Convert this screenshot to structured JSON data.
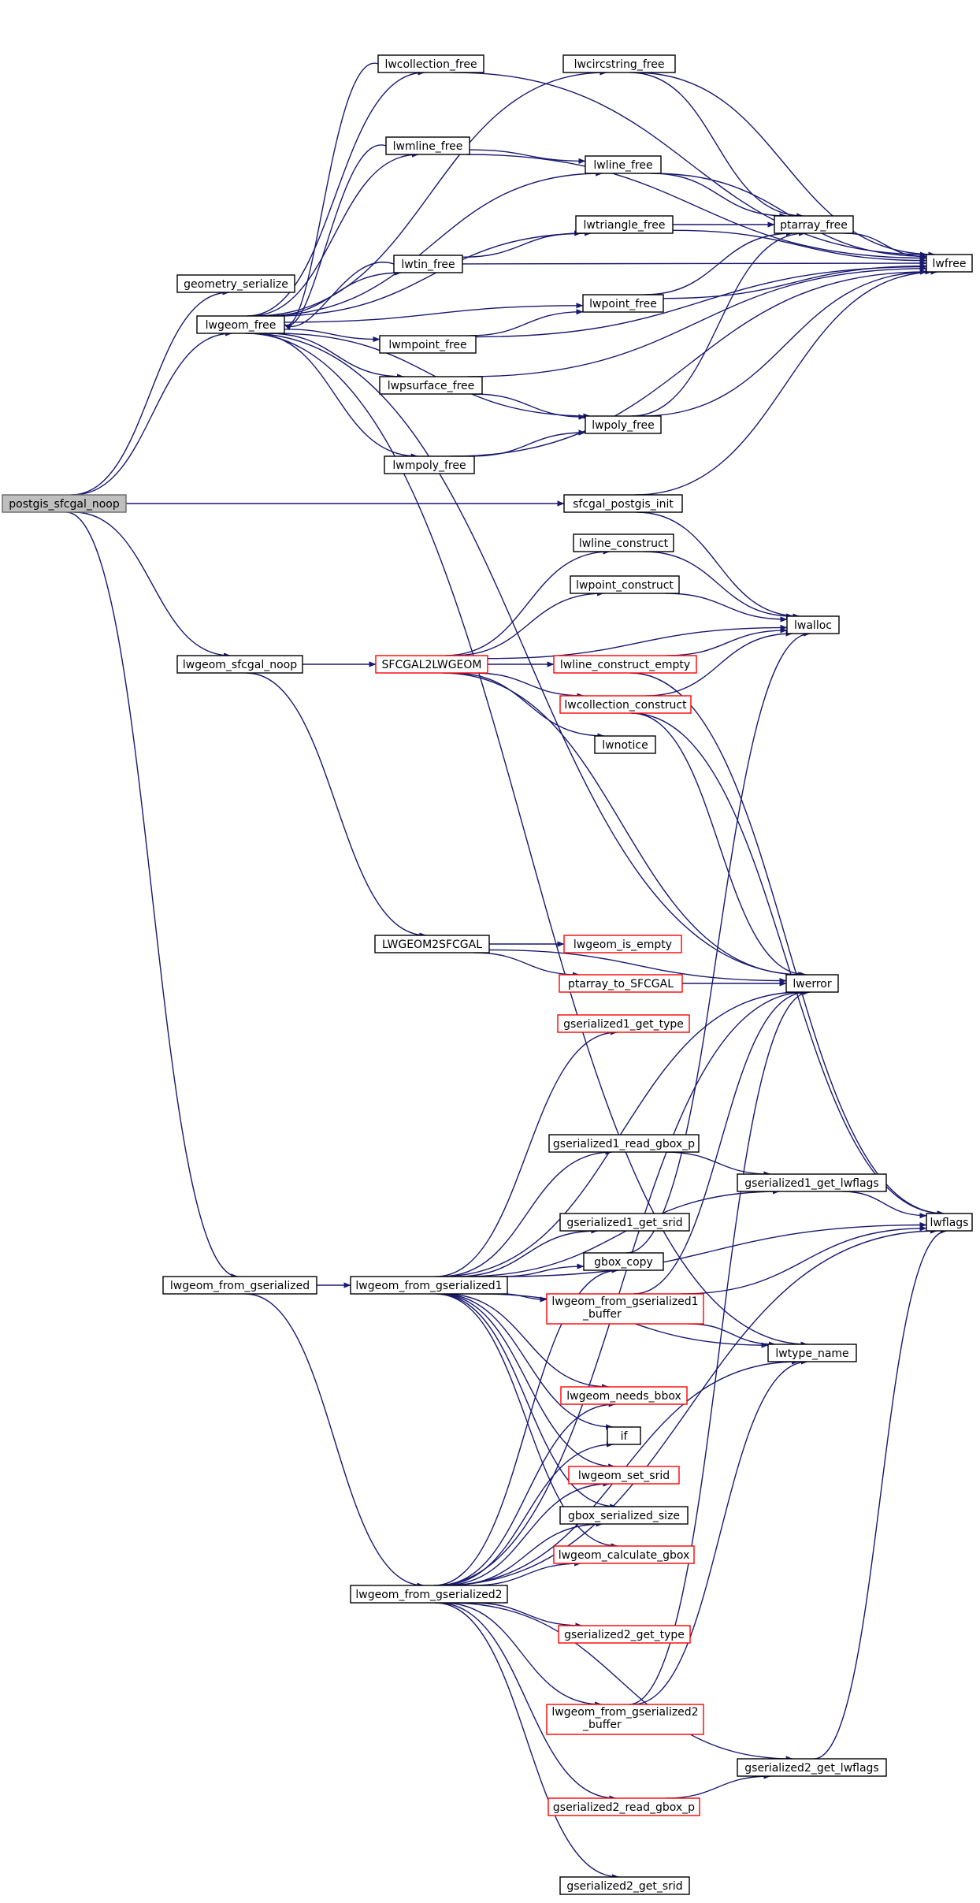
{
  "graph": {
    "colors": {
      "edge": "#191970",
      "node_border": "#000000",
      "incomplete_border": "#ff0000",
      "root_fill": "#bfbfbf"
    },
    "nodes": [
      {
        "id": "postgis_sfcgal_noop",
        "lines": [
          "postgis_sfcgal_noop"
        ],
        "style": "root"
      },
      {
        "id": "geometry_serialize",
        "lines": [
          "geometry_serialize"
        ],
        "style": "normal"
      },
      {
        "id": "lwgeom_free",
        "lines": [
          "lwgeom_free"
        ],
        "style": "normal"
      },
      {
        "id": "lwgeom_sfcgal_noop",
        "lines": [
          "lwgeom_sfcgal_noop"
        ],
        "style": "normal"
      },
      {
        "id": "lwgeom_from_gserialized",
        "lines": [
          "lwgeom_from_gserialized"
        ],
        "style": "normal"
      },
      {
        "id": "lwcollection_free",
        "lines": [
          "lwcollection_free"
        ],
        "style": "normal"
      },
      {
        "id": "lwmline_free",
        "lines": [
          "lwmline_free"
        ],
        "style": "normal"
      },
      {
        "id": "lwtin_free",
        "lines": [
          "lwtin_free"
        ],
        "style": "normal"
      },
      {
        "id": "lwmpoint_free",
        "lines": [
          "lwmpoint_free"
        ],
        "style": "normal"
      },
      {
        "id": "lwpsurface_free",
        "lines": [
          "lwpsurface_free"
        ],
        "style": "normal"
      },
      {
        "id": "lwmpoly_free",
        "lines": [
          "lwmpoly_free"
        ],
        "style": "normal"
      },
      {
        "id": "lwcircstring_free",
        "lines": [
          "lwcircstring_free"
        ],
        "style": "normal"
      },
      {
        "id": "lwline_free",
        "lines": [
          "lwline_free"
        ],
        "style": "normal"
      },
      {
        "id": "lwtriangle_free",
        "lines": [
          "lwtriangle_free"
        ],
        "style": "normal"
      },
      {
        "id": "lwpoint_free",
        "lines": [
          "lwpoint_free"
        ],
        "style": "normal"
      },
      {
        "id": "lwpoly_free",
        "lines": [
          "lwpoly_free"
        ],
        "style": "normal"
      },
      {
        "id": "ptarray_free",
        "lines": [
          "ptarray_free"
        ],
        "style": "normal"
      },
      {
        "id": "lwfree",
        "lines": [
          "lwfree"
        ],
        "style": "normal"
      },
      {
        "id": "sfcgal_postgis_init",
        "lines": [
          "sfcgal_postgis_init"
        ],
        "style": "normal"
      },
      {
        "id": "SFCGAL2LWGEOM",
        "lines": [
          "SFCGAL2LWGEOM"
        ],
        "style": "red"
      },
      {
        "id": "lwline_construct",
        "lines": [
          "lwline_construct"
        ],
        "style": "normal"
      },
      {
        "id": "lwpoint_construct",
        "lines": [
          "lwpoint_construct"
        ],
        "style": "normal"
      },
      {
        "id": "lwline_construct_empty",
        "lines": [
          "lwline_construct_empty"
        ],
        "style": "red"
      },
      {
        "id": "lwcollection_construct",
        "lines": [
          "lwcollection_construct"
        ],
        "style": "red"
      },
      {
        "id": "lwnotice",
        "lines": [
          "lwnotice"
        ],
        "style": "normal"
      },
      {
        "id": "lwalloc",
        "lines": [
          "lwalloc"
        ],
        "style": "normal"
      },
      {
        "id": "LWGEOM2SFCGAL",
        "lines": [
          "LWGEOM2SFCGAL"
        ],
        "style": "normal"
      },
      {
        "id": "lwgeom_is_empty",
        "lines": [
          "lwgeom_is_empty"
        ],
        "style": "red"
      },
      {
        "id": "ptarray_to_SFCGAL",
        "lines": [
          "ptarray_to_SFCGAL"
        ],
        "style": "red"
      },
      {
        "id": "lwerror",
        "lines": [
          "lwerror"
        ],
        "style": "normal"
      },
      {
        "id": "gserialized1_get_type",
        "lines": [
          "gserialized1_get_type"
        ],
        "style": "red"
      },
      {
        "id": "gserialized1_read_gbox_p",
        "lines": [
          "gserialized1_read_gbox_p"
        ],
        "style": "normal"
      },
      {
        "id": "gserialized1_get_lwflags",
        "lines": [
          "gserialized1_get_lwflags"
        ],
        "style": "normal"
      },
      {
        "id": "gserialized1_get_srid",
        "lines": [
          "gserialized1_get_srid"
        ],
        "style": "normal"
      },
      {
        "id": "gbox_copy",
        "lines": [
          "gbox_copy"
        ],
        "style": "normal"
      },
      {
        "id": "lwgeom_from_gserialized1",
        "lines": [
          "lwgeom_from_gserialized1"
        ],
        "style": "normal"
      },
      {
        "id": "lwgeom_from_gserialized1_buffer",
        "lines": [
          "lwgeom_from_gserialized1",
          "_buffer"
        ],
        "style": "red"
      },
      {
        "id": "lwflags",
        "lines": [
          "lwflags"
        ],
        "style": "normal"
      },
      {
        "id": "lwtype_name",
        "lines": [
          "lwtype_name"
        ],
        "style": "normal"
      },
      {
        "id": "lwgeom_needs_bbox",
        "lines": [
          "lwgeom_needs_bbox"
        ],
        "style": "red"
      },
      {
        "id": "if",
        "lines": [
          "if"
        ],
        "style": "normal"
      },
      {
        "id": "lwgeom_set_srid",
        "lines": [
          "lwgeom_set_srid"
        ],
        "style": "red"
      },
      {
        "id": "gbox_serialized_size",
        "lines": [
          "gbox_serialized_size"
        ],
        "style": "normal"
      },
      {
        "id": "lwgeom_calculate_gbox",
        "lines": [
          "lwgeom_calculate_gbox"
        ],
        "style": "red"
      },
      {
        "id": "lwgeom_from_gserialized2",
        "lines": [
          "lwgeom_from_gserialized2"
        ],
        "style": "normal"
      },
      {
        "id": "gserialized2_get_type",
        "lines": [
          "gserialized2_get_type"
        ],
        "style": "red"
      },
      {
        "id": "lwgeom_from_gserialized2_buffer",
        "lines": [
          "lwgeom_from_gserialized2",
          "_buffer"
        ],
        "style": "red"
      },
      {
        "id": "gserialized2_get_lwflags",
        "lines": [
          "gserialized2_get_lwflags"
        ],
        "style": "normal"
      },
      {
        "id": "gserialized2_read_gbox_p",
        "lines": [
          "gserialized2_read_gbox_p"
        ],
        "style": "red"
      },
      {
        "id": "gserialized2_get_srid",
        "lines": [
          "gserialized2_get_srid"
        ],
        "style": "normal"
      }
    ],
    "edges": [
      [
        "postgis_sfcgal_noop",
        "geometry_serialize"
      ],
      [
        "postgis_sfcgal_noop",
        "lwgeom_free"
      ],
      [
        "postgis_sfcgal_noop",
        "sfcgal_postgis_init"
      ],
      [
        "postgis_sfcgal_noop",
        "lwgeom_sfcgal_noop"
      ],
      [
        "postgis_sfcgal_noop",
        "lwgeom_from_gserialized"
      ],
      [
        "lwgeom_free",
        "lwcollection_free"
      ],
      [
        "lwgeom_free",
        "lwcircstring_free"
      ],
      [
        "lwgeom_free",
        "lwmline_free"
      ],
      [
        "lwgeom_free",
        "lwline_free"
      ],
      [
        "lwgeom_free",
        "lwtriangle_free"
      ],
      [
        "lwgeom_free",
        "lwtin_free"
      ],
      [
        "lwgeom_free",
        "lwpoint_free"
      ],
      [
        "lwgeom_free",
        "lwmpoint_free"
      ],
      [
        "lwgeom_free",
        "lwpsurface_free"
      ],
      [
        "lwgeom_free",
        "lwpoly_free"
      ],
      [
        "lwgeom_free",
        "lwmpoly_free"
      ],
      [
        "lwgeom_free",
        "lwerror"
      ],
      [
        "lwgeom_free",
        "lwtype_name"
      ],
      [
        "lwcollection_free",
        "lwgeom_free"
      ],
      [
        "lwcollection_free",
        "lwfree"
      ],
      [
        "lwmline_free",
        "lwgeom_free"
      ],
      [
        "lwmline_free",
        "lwline_free"
      ],
      [
        "lwmline_free",
        "lwfree"
      ],
      [
        "lwtin_free",
        "lwgeom_free"
      ],
      [
        "lwtin_free",
        "lwtriangle_free"
      ],
      [
        "lwtin_free",
        "lwfree"
      ],
      [
        "lwmpoint_free",
        "lwpoint_free"
      ],
      [
        "lwmpoint_free",
        "lwfree"
      ],
      [
        "lwpsurface_free",
        "lwpoly_free"
      ],
      [
        "lwpsurface_free",
        "lwfree"
      ],
      [
        "lwmpoly_free",
        "lwpoly_free"
      ],
      [
        "lwmpoly_free",
        "lwfree"
      ],
      [
        "lwcircstring_free",
        "ptarray_free"
      ],
      [
        "lwcircstring_free",
        "lwfree"
      ],
      [
        "lwline_free",
        "ptarray_free"
      ],
      [
        "lwline_free",
        "lwfree"
      ],
      [
        "lwtriangle_free",
        "ptarray_free"
      ],
      [
        "lwtriangle_free",
        "lwfree"
      ],
      [
        "lwpoint_free",
        "ptarray_free"
      ],
      [
        "lwpoint_free",
        "lwfree"
      ],
      [
        "lwpoly_free",
        "ptarray_free"
      ],
      [
        "lwpoly_free",
        "lwfree"
      ],
      [
        "ptarray_free",
        "lwfree"
      ],
      [
        "sfcgal_postgis_init",
        "lwalloc"
      ],
      [
        "sfcgal_postgis_init",
        "lwfree"
      ],
      [
        "lwgeom_sfcgal_noop",
        "SFCGAL2LWGEOM"
      ],
      [
        "lwgeom_sfcgal_noop",
        "LWGEOM2SFCGAL"
      ],
      [
        "SFCGAL2LWGEOM",
        "lwline_construct"
      ],
      [
        "SFCGAL2LWGEOM",
        "lwpoint_construct"
      ],
      [
        "SFCGAL2LWGEOM",
        "lwalloc"
      ],
      [
        "SFCGAL2LWGEOM",
        "lwline_construct_empty"
      ],
      [
        "SFCGAL2LWGEOM",
        "lwcollection_construct"
      ],
      [
        "SFCGAL2LWGEOM",
        "lwnotice"
      ],
      [
        "SFCGAL2LWGEOM",
        "lwerror"
      ],
      [
        "lwline_construct",
        "lwalloc"
      ],
      [
        "lwpoint_construct",
        "lwalloc"
      ],
      [
        "lwline_construct_empty",
        "lwalloc"
      ],
      [
        "lwline_construct_empty",
        "lwflags"
      ],
      [
        "lwcollection_construct",
        "lwalloc"
      ],
      [
        "lwcollection_construct",
        "lwerror"
      ],
      [
        "lwcollection_construct",
        "lwflags"
      ],
      [
        "LWGEOM2SFCGAL",
        "lwgeom_is_empty"
      ],
      [
        "LWGEOM2SFCGAL",
        "ptarray_to_SFCGAL"
      ],
      [
        "LWGEOM2SFCGAL",
        "lwerror"
      ],
      [
        "ptarray_to_SFCGAL",
        "lwerror"
      ],
      [
        "lwgeom_from_gserialized",
        "lwgeom_from_gserialized1"
      ],
      [
        "lwgeom_from_gserialized",
        "lwgeom_from_gserialized2"
      ],
      [
        "lwgeom_from_gserialized1",
        "gserialized1_get_type"
      ],
      [
        "lwgeom_from_gserialized1",
        "lwerror"
      ],
      [
        "lwgeom_from_gserialized1",
        "lwflags"
      ],
      [
        "lwgeom_from_gserialized1",
        "gserialized1_read_gbox_p"
      ],
      [
        "lwgeom_from_gserialized1",
        "gserialized1_get_lwflags"
      ],
      [
        "lwgeom_from_gserialized1",
        "gserialized1_get_srid"
      ],
      [
        "lwgeom_from_gserialized1",
        "gbox_copy"
      ],
      [
        "lwgeom_from_gserialized1",
        "lwgeom_from_gserialized1_buffer"
      ],
      [
        "lwgeom_from_gserialized1",
        "lwtype_name"
      ],
      [
        "lwgeom_from_gserialized1",
        "lwgeom_needs_bbox"
      ],
      [
        "lwgeom_from_gserialized1",
        "if"
      ],
      [
        "lwgeom_from_gserialized1",
        "lwgeom_set_srid"
      ],
      [
        "lwgeom_from_gserialized1",
        "gbox_serialized_size"
      ],
      [
        "lwgeom_from_gserialized1",
        "lwgeom_calculate_gbox"
      ],
      [
        "gserialized1_read_gbox_p",
        "gserialized1_get_lwflags"
      ],
      [
        "gserialized1_get_lwflags",
        "lwflags"
      ],
      [
        "gbox_copy",
        "lwalloc"
      ],
      [
        "lwgeom_from_gserialized1_buffer",
        "lwerror"
      ],
      [
        "lwgeom_from_gserialized1_buffer",
        "lwflags"
      ],
      [
        "lwgeom_from_gserialized1_buffer",
        "lwtype_name"
      ],
      [
        "lwgeom_from_gserialized2",
        "gbox_copy"
      ],
      [
        "lwgeom_from_gserialized2",
        "lwgeom_needs_bbox"
      ],
      [
        "lwgeom_from_gserialized2",
        "if"
      ],
      [
        "lwgeom_from_gserialized2",
        "lwgeom_set_srid"
      ],
      [
        "lwgeom_from_gserialized2",
        "gbox_serialized_size"
      ],
      [
        "lwgeom_from_gserialized2",
        "lwgeom_calculate_gbox"
      ],
      [
        "lwgeom_from_gserialized2",
        "lwerror"
      ],
      [
        "lwgeom_from_gserialized2",
        "gserialized2_get_type"
      ],
      [
        "lwgeom_from_gserialized2",
        "lwtype_name"
      ],
      [
        "lwgeom_from_gserialized2",
        "lwgeom_from_gserialized2_buffer"
      ],
      [
        "lwgeom_from_gserialized2",
        "gserialized2_get_lwflags"
      ],
      [
        "lwgeom_from_gserialized2",
        "gserialized2_read_gbox_p"
      ],
      [
        "lwgeom_from_gserialized2",
        "lwflags"
      ],
      [
        "lwgeom_from_gserialized2",
        "gserialized2_get_srid"
      ],
      [
        "lwgeom_from_gserialized2_buffer",
        "lwerror"
      ],
      [
        "lwgeom_from_gserialized2_buffer",
        "lwtype_name"
      ],
      [
        "gserialized2_read_gbox_p",
        "gserialized2_get_lwflags"
      ],
      [
        "gserialized2_get_lwflags",
        "lwflags"
      ]
    ]
  }
}
